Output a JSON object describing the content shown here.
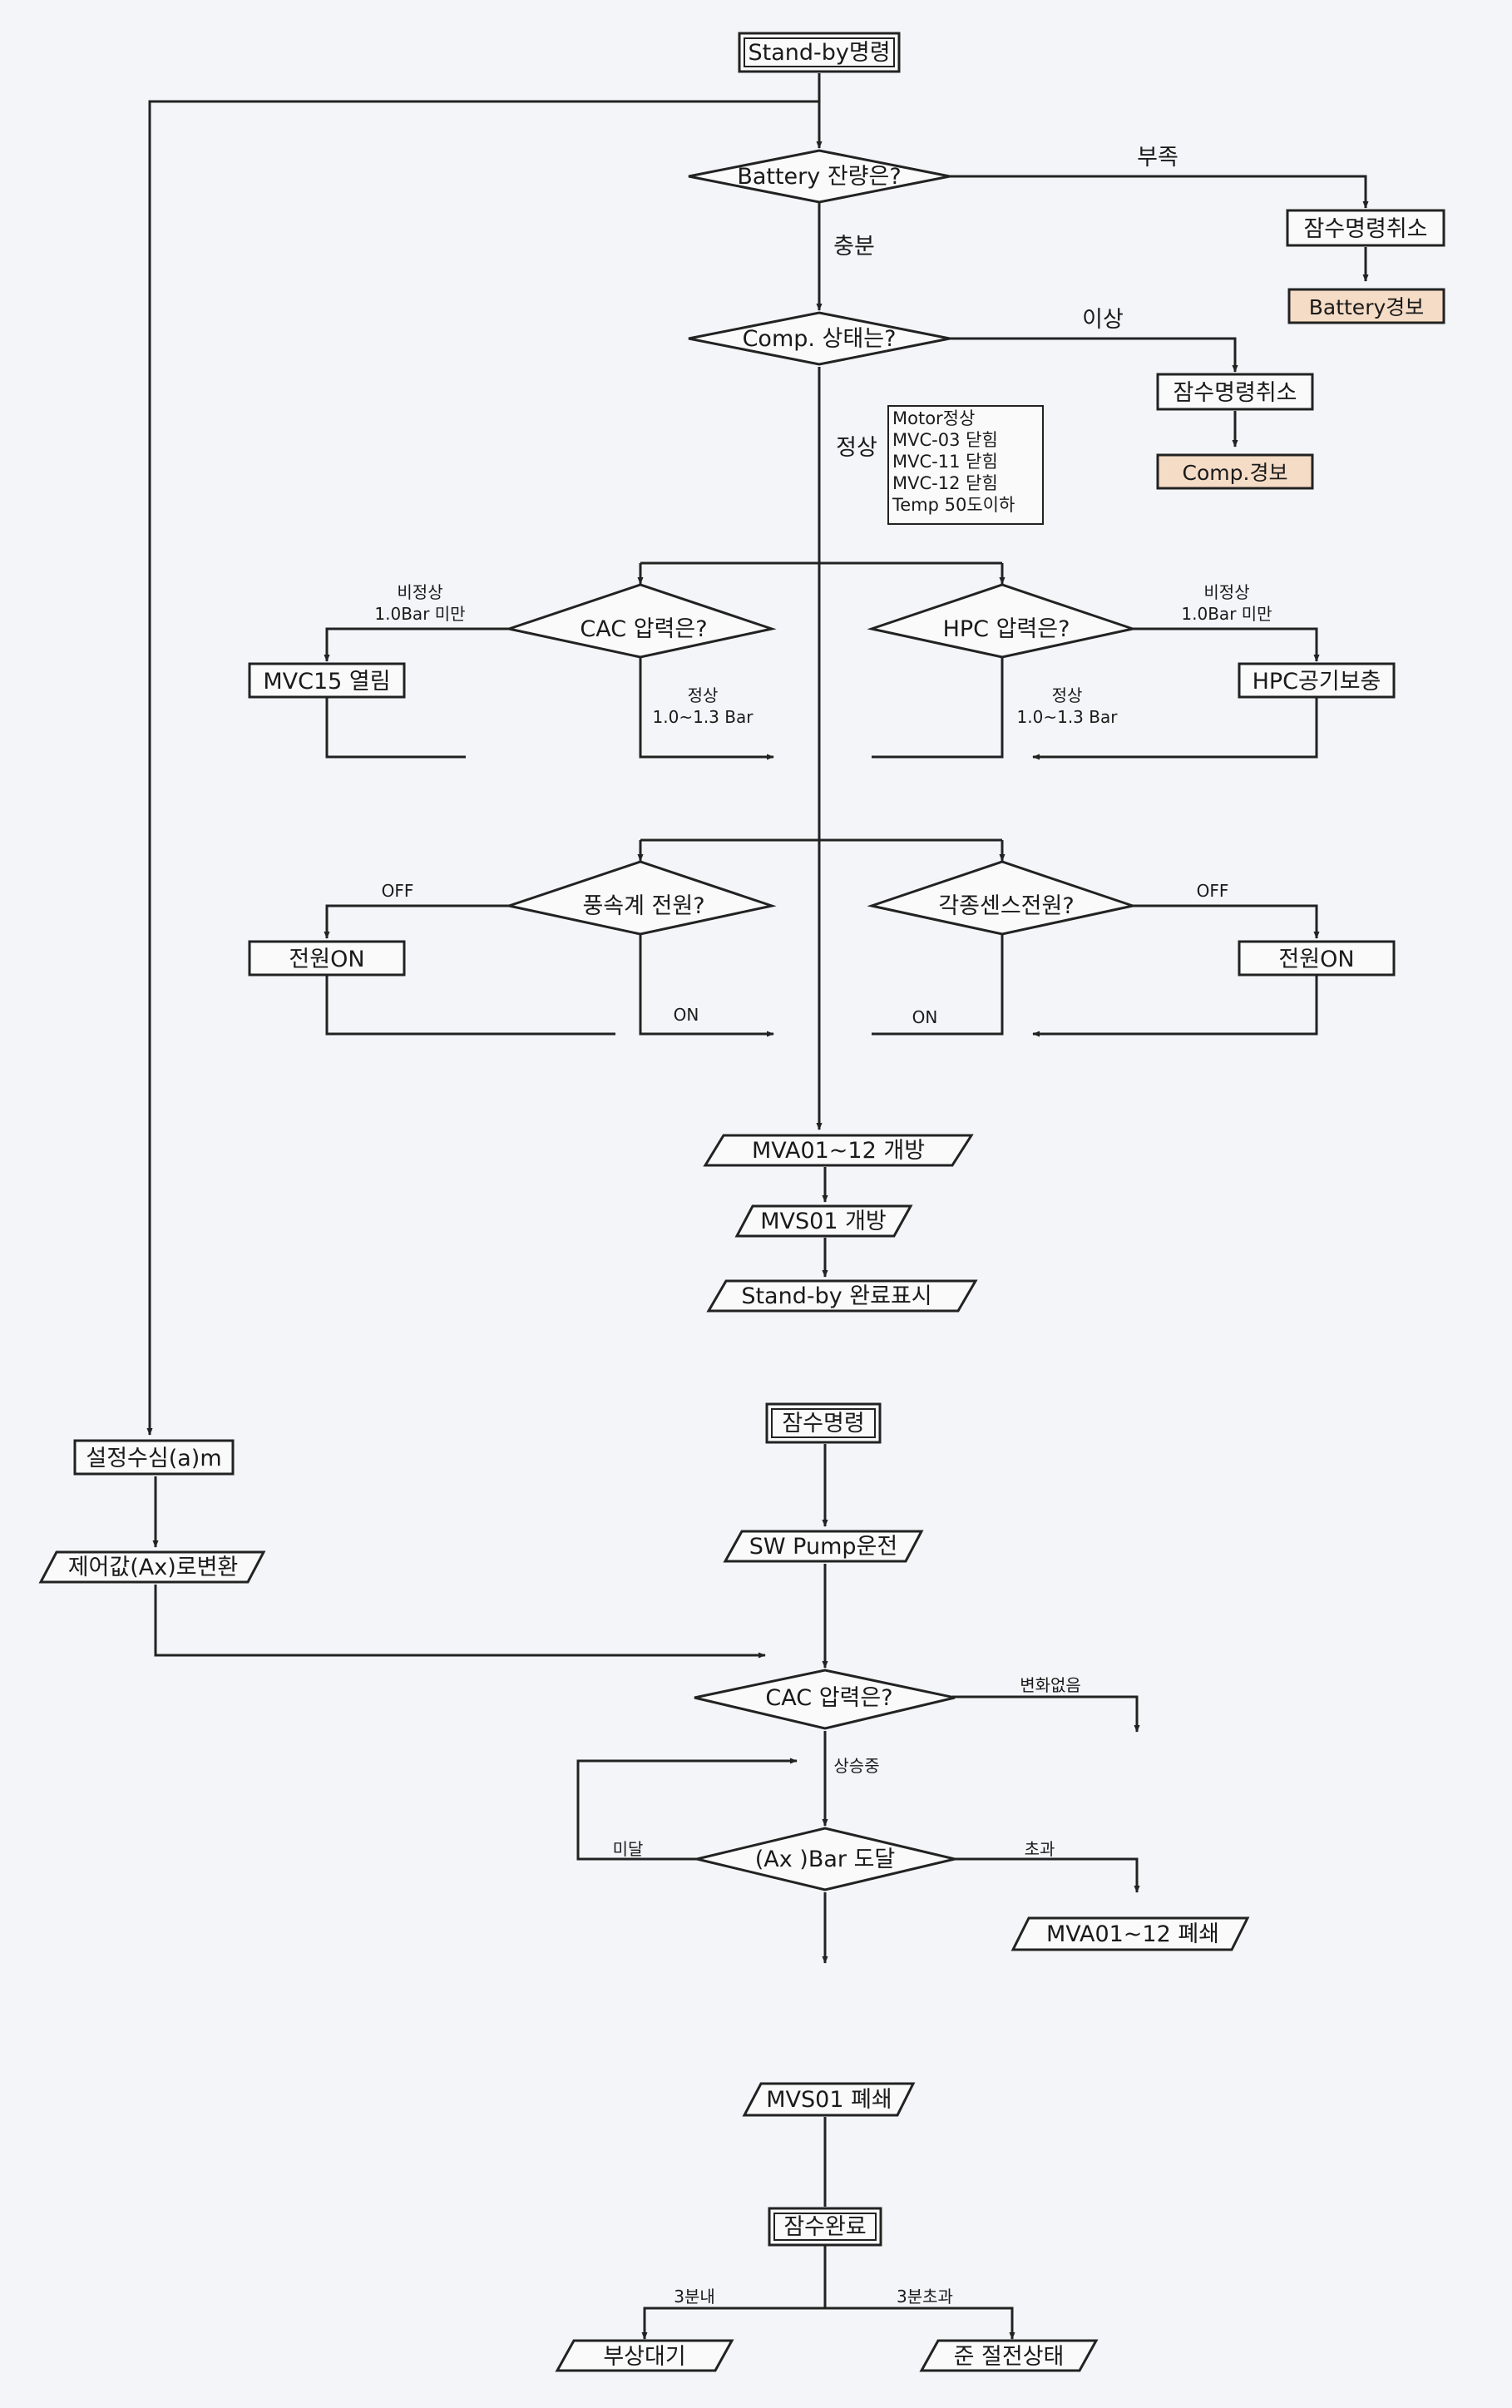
{
  "nodes": {
    "standby_cmd": "Stand-by명령",
    "battery_q": "Battery 잔량은?",
    "cancel_dive_1": "잠수명령취소",
    "battery_alarm": "Battery경보",
    "comp_q": "Comp. 상태는?",
    "cancel_dive_2": "잠수명령취소",
    "comp_alarm": "Comp.경보",
    "cac_pressure_q": "CAC 압력은?",
    "hpc_pressure_q": "HPC 압력은?",
    "mvc15_open": "MVC15 열림",
    "hpc_air_supply": "HPC공기보충",
    "anemometer_power_q": "풍속계 전원?",
    "sensor_power_q": "각종센스전원?",
    "power_on_left": "전원ON",
    "power_on_right": "전원ON",
    "mva_open": "MVA01~12 개방",
    "mvs01_open": "MVS01 개방",
    "standby_done": "Stand-by 완료표시",
    "set_depth": "설정수심(a)m",
    "convert_control": "제어값(Ax)로변환",
    "dive_cmd": "잠수명령",
    "sw_pump": "SW Pump운전",
    "cac_pressure_q2": "CAC 압력은?",
    "reach_bar": "(Ax )Bar 도달",
    "mva_close": "MVA01~12 폐쇄",
    "mvs01_close": "MVS01 폐쇄",
    "dive_complete": "잠수완료",
    "buoyancy_wait": "부상대기",
    "semi_power_off": "준 절전상태"
  },
  "edges": {
    "lack": "부족",
    "enough": "충분",
    "abnormal": "이상",
    "normal": "정상",
    "cac_abnormal": "비정상",
    "cac_below": "1.0Bar 미만",
    "cac_normal": "정상",
    "cac_range": "1.0~1.3 Bar",
    "hpc_abnormal": "비정상",
    "hpc_below": "1.0Bar 미만",
    "hpc_normal": "정상",
    "hpc_range": "1.0~1.3 Bar",
    "anemo_off": "OFF",
    "anemo_on": "ON",
    "sensor_off": "OFF",
    "sensor_on": "ON",
    "no_change": "변화없음",
    "rising": "상승중",
    "under": "미달",
    "exceed": "초과",
    "within_3min": "3분내",
    "over_3min": "3분초과"
  },
  "comp_conditions": [
    "Motor정상",
    "MVC-03  닫힘",
    "MVC-11  닫힘",
    "MVC-12  닫힘",
    "Temp 50도이하"
  ],
  "colors": {
    "line": "#222222",
    "background": "#f4f5f8",
    "alarm_fill": "#f5dcc6"
  }
}
